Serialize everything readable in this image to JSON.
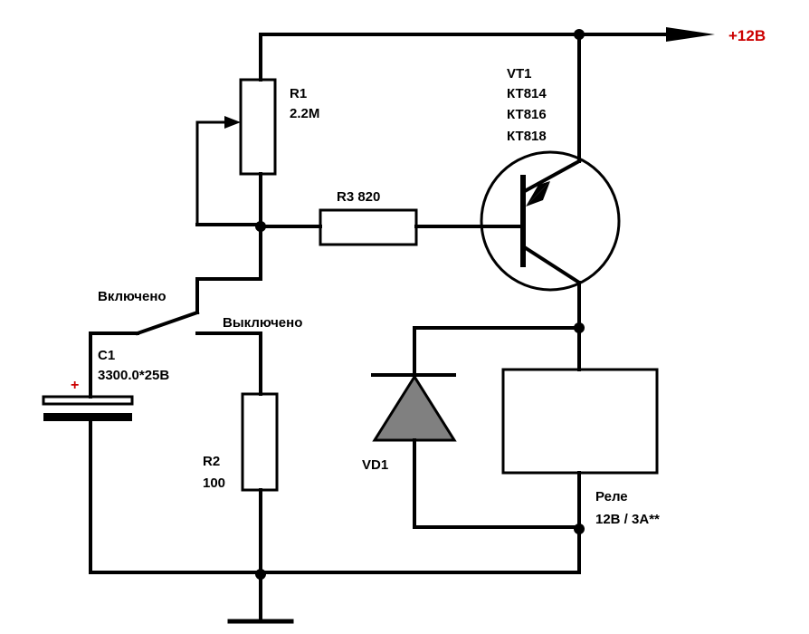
{
  "labels": {
    "supply": "+12В",
    "r1_name": "R1",
    "r1_value": "2.2M",
    "vt1_name": "VT1",
    "vt1_option1": "КТ814",
    "vt1_option2": "КТ816",
    "vt1_option3": "КТ818",
    "r3": "R3 820",
    "switch_on": "Включено",
    "switch_off": "Выключено",
    "c1_name": "С1",
    "c1_value": "3300.0*25В",
    "c1_polarity": "+",
    "r2_name": "R2",
    "r2_value": "100",
    "vd1": "VD1",
    "relay_name": "Реле",
    "relay_rating": "12В / 3А**"
  },
  "colors": {
    "wire": "#000000",
    "supply_label": "#cc0000",
    "polarity_mark": "#cc0000",
    "diode_fill": "#808080",
    "background": "#ffffff"
  }
}
